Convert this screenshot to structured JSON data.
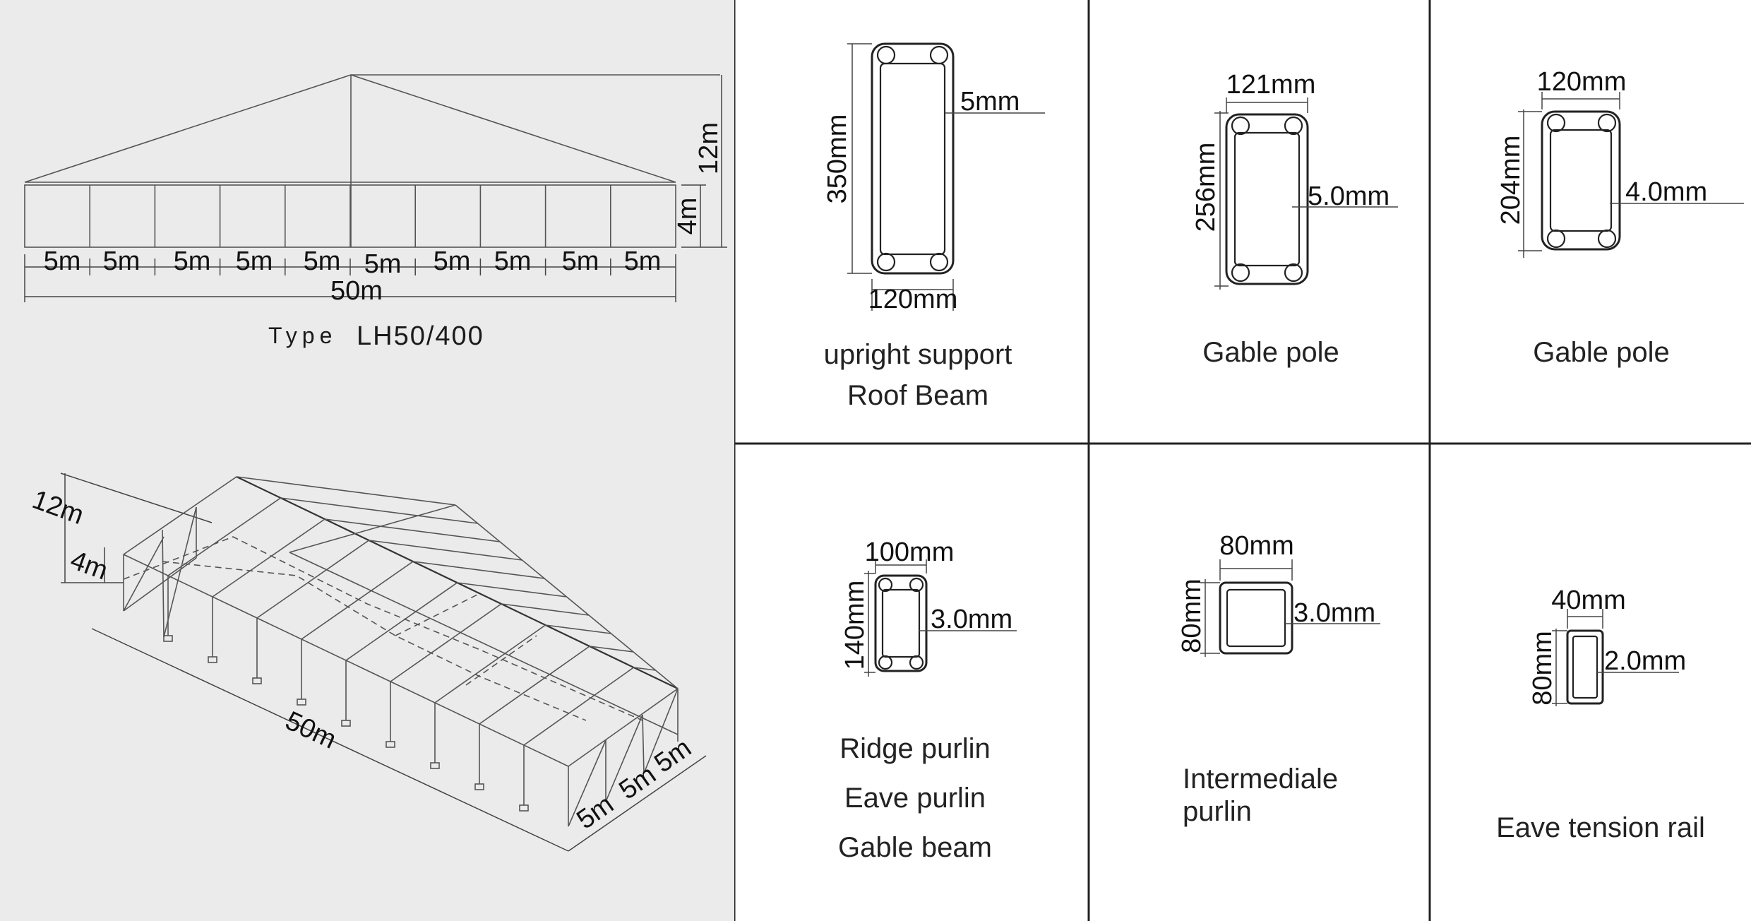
{
  "elevation": {
    "height_total": "12m",
    "height_eave": "4m",
    "bay_labels": [
      "5m",
      "5m",
      "5m",
      "5m",
      "5m",
      "5m",
      "5m",
      "5m",
      "5m",
      "5m"
    ],
    "total_length": "50m",
    "type_label": "Type",
    "type_value": "LH50/400"
  },
  "isometric": {
    "height_total": "12m",
    "height_eave": "4m",
    "length": "50m",
    "span_labels": [
      "5m",
      "5m",
      "5m"
    ]
  },
  "profiles": [
    {
      "dims": {
        "height": "350mm",
        "width": "120mm",
        "thickness": "5mm"
      },
      "labels": [
        "upright support",
        "Roof Beam"
      ]
    },
    {
      "dims": {
        "height": "256mm",
        "width": "121mm",
        "thickness": "5.0mm"
      },
      "labels": [
        "Gable pole"
      ]
    },
    {
      "dims": {
        "height": "204mm",
        "width": "120mm",
        "thickness": "4.0mm"
      },
      "labels": [
        "Gable pole"
      ]
    },
    {
      "dims": {
        "height": "140mm",
        "width": "100mm",
        "thickness": "3.0mm"
      },
      "labels": [
        "Ridge purlin",
        "Eave purlin",
        "Gable beam"
      ]
    },
    {
      "dims": {
        "height": "80mm",
        "width": "80mm",
        "thickness": "3.0mm"
      },
      "labels": [
        "Intermediale",
        "purlin"
      ]
    },
    {
      "dims": {
        "height": "80mm",
        "width": "40mm",
        "thickness": "2.0mm"
      },
      "labels": [
        "Eave tension rail"
      ]
    }
  ]
}
